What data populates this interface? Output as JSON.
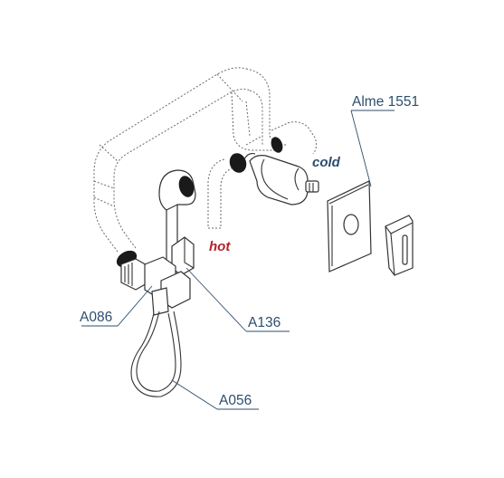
{
  "labels": {
    "panel": "Alme 1551",
    "hot": "hot",
    "cold": "cold",
    "part_a086": "A086",
    "part_a136": "A136",
    "part_a056": "A056"
  },
  "colors": {
    "label_blue": "#2d4e6e",
    "hot_red": "#b3232a",
    "outline": "#333333",
    "dotted": "#6a6a6a"
  }
}
